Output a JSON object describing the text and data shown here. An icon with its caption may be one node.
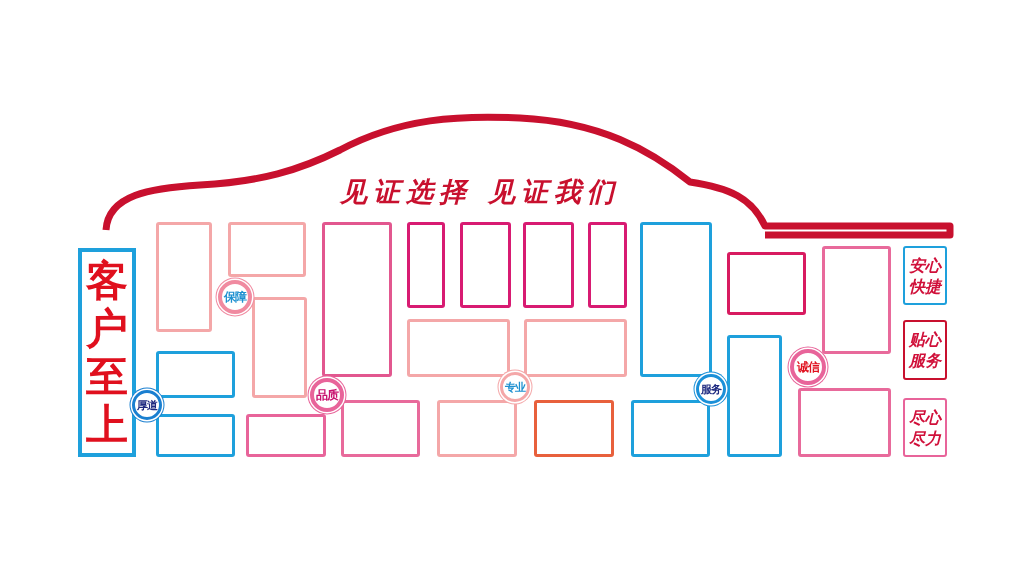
{
  "diagram": {
    "title": "见证选择 见证我们",
    "nodes": [
      {
        "text": [
          "客户至上"
        ]
      },
      {
        "text": [],
        "shape": "box"
      },
      {
        "text": [],
        "shape": "box"
      },
      {
        "text": [],
        "shape": "box"
      },
      {
        "text": [],
        "shape": "box"
      },
      {
        "text": [],
        "shape": "box"
      },
      {
        "text": [],
        "shape": "box"
      },
      {
        "text": [],
        "shape": "box"
      },
      {
        "text": [],
        "shape": "box"
      },
      {
        "text": [],
        "shape": "box"
      },
      {
        "text": [],
        "shape": "box"
      },
      {
        "text": [],
        "shape": "box"
      },
      {
        "text": [],
        "shape": "box"
      },
      {
        "text": [],
        "shape": "box"
      },
      {
        "text": [],
        "shape": "box"
      },
      {
        "text": [],
        "shape": "box"
      },
      {
        "text": [],
        "shape": "box"
      },
      {
        "text": [],
        "shape": "box"
      },
      {
        "text": [],
        "shape": "box"
      },
      {
        "text": [],
        "shape": "box"
      },
      {
        "text": [],
        "shape": "box"
      },
      {
        "text": [],
        "shape": "box"
      },
      {
        "text": [],
        "shape": "box"
      },
      {
        "text": [
          "厚道"
        ]
      },
      {
        "text": [
          "保障"
        ]
      },
      {
        "text": [
          "品质"
        ]
      },
      {
        "text": [
          "专业"
        ]
      },
      {
        "text": [
          "服务"
        ]
      },
      {
        "text": [
          "诚信"
        ]
      },
      {
        "text": [
          "安心快捷"
        ]
      },
      {
        "text": [
          "贴心服务"
        ]
      },
      {
        "text": [
          "尽心尽力"
        ]
      }
    ]
  }
}
